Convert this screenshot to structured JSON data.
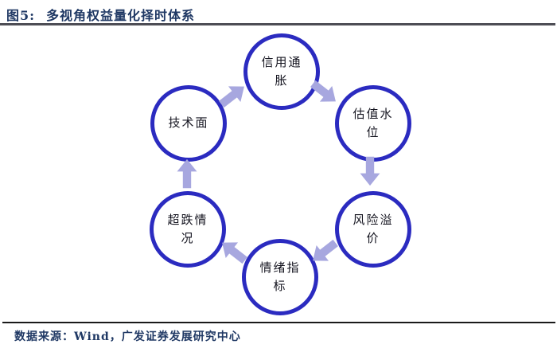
{
  "header": {
    "figure_label": "图5:",
    "title": "多视角权益量化择时体系"
  },
  "diagram": {
    "type": "circular-flow",
    "flow_direction": "clockwise",
    "nodes": [
      {
        "id": "credit-inflation",
        "label": "信用通\n胀"
      },
      {
        "id": "valuation-level",
        "label": "估值水\n位"
      },
      {
        "id": "risk-premium",
        "label": "风险溢\n价"
      },
      {
        "id": "sentiment-indicator",
        "label": "情绪指\n标"
      },
      {
        "id": "oversold-condition",
        "label": "超跌情\n况"
      },
      {
        "id": "technical-aspect",
        "label": "技术面"
      }
    ],
    "edges": [
      {
        "from": "technical-aspect",
        "to": "credit-inflation",
        "direction": "up-right"
      },
      {
        "from": "credit-inflation",
        "to": "valuation-level",
        "direction": "down-right"
      },
      {
        "from": "valuation-level",
        "to": "risk-premium",
        "direction": "down"
      },
      {
        "from": "risk-premium",
        "to": "sentiment-indicator",
        "direction": "down-left"
      },
      {
        "from": "sentiment-indicator",
        "to": "oversold-condition",
        "direction": "up-left"
      },
      {
        "from": "oversold-condition",
        "to": "technical-aspect",
        "direction": "up"
      }
    ]
  },
  "footer": {
    "source": "数据来源：Wind，广发证券发展研究中心"
  },
  "colors": {
    "circle_border": "#2b2bc0",
    "arrow_fill": "#a7a7df",
    "title_text": "#1f3864",
    "footer_text": "#1f3864",
    "node_text": "#151520",
    "header_rule": "#4d4d55",
    "footer_rule": "#1a1a1a"
  }
}
